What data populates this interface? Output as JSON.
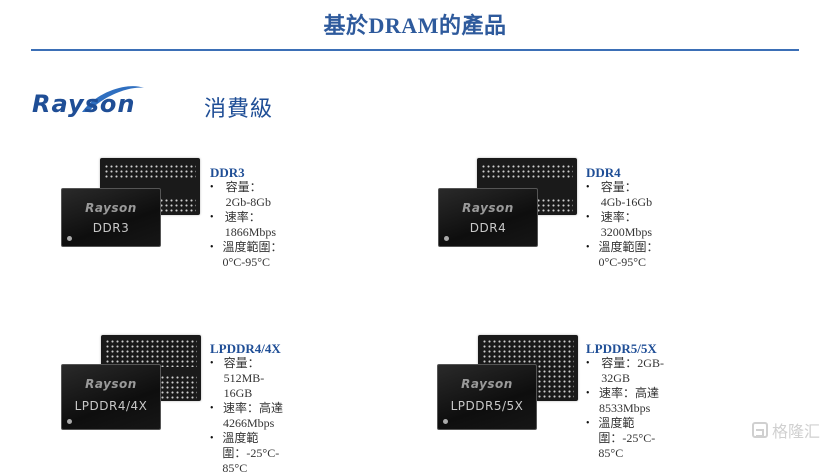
{
  "page": {
    "title": "基於DRAM的產品",
    "brand": "Rayson",
    "section_label": "消費級",
    "accent_color": "#1f4e96",
    "rule_color": "#3b6fb6"
  },
  "products": [
    {
      "name": "DDR3",
      "chip_label": "DDR3",
      "specs": [
        {
          "bullet": "•",
          "text": "容量：2Gb-8Gb"
        },
        {
          "bullet": "•",
          "text": "速率：1866Mbps"
        },
        {
          "bullet": "•",
          "text": "溫度範圍：0°C-95°C"
        }
      ]
    },
    {
      "name": "DDR4",
      "chip_label": "DDR4",
      "specs": [
        {
          "bullet": "•",
          "text": "容量：4Gb-16Gb"
        },
        {
          "bullet": "•",
          "text": "速率：3200Mbps"
        },
        {
          "bullet": "•",
          "text": "溫度範圍：0°C-95°C"
        }
      ]
    },
    {
      "name": "LPDDR4/4X",
      "chip_label": "LPDDR4/4X",
      "specs": [
        {
          "bullet": "•",
          "text": "容量：512MB-16GB"
        },
        {
          "bullet": "•",
          "text": "速率：高達4266Mbps"
        },
        {
          "bullet": "•",
          "text": "溫度範圍：-25°C-85°C"
        }
      ]
    },
    {
      "name": "LPDDR5/5X",
      "chip_label": "LPDDR5/5X",
      "specs": [
        {
          "bullet": "•",
          "text": "容量：2GB-32GB"
        },
        {
          "bullet": "•",
          "text": "速率：高達8533Mbps"
        },
        {
          "bullet": "•",
          "text": "溫度範圍：-25°C-85°C"
        }
      ]
    }
  ],
  "watermark": {
    "text": "格隆汇"
  }
}
